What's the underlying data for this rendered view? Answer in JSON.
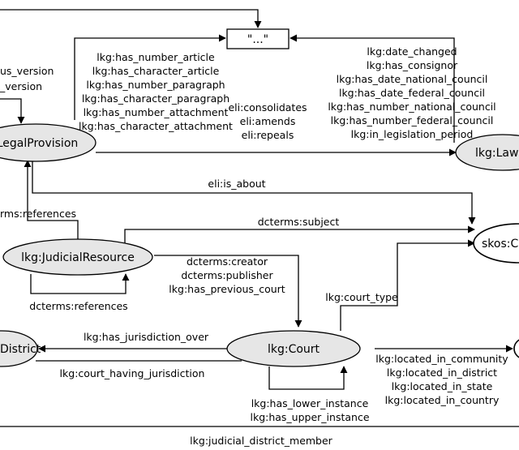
{
  "nodes": {
    "ellipsis": "\"...\"",
    "legal_provision": "LegalProvision",
    "law": "lkg:Law",
    "skos": "skos:C",
    "judicial_resource": "lkg:JudicialResource",
    "court": "lkg:Court",
    "district": "District"
  },
  "labels": {
    "left_versions": [
      "us_version",
      "_version"
    ],
    "provision_props": [
      "lkg:has_number_article",
      "lkg:has_character_article",
      "lkg:has_number_paragraph",
      "lkg:has_character_paragraph",
      "lkg:has_number_attachment",
      "lkg:has_character_attachment"
    ],
    "eli_props": [
      "eli:consolidates",
      "eli:amends",
      "eli:repeals"
    ],
    "law_props": [
      "lkg:date_changed",
      "lkg:has_consignor",
      "lkg:has_date_national_council",
      "lkg:has_date_federal_council",
      "lkg:has_number_national_council",
      "lkg:has_number_federal_council",
      "lkg:in_legislation_period"
    ],
    "is_about": "eli:is_about",
    "references_top": "rms:references",
    "subject": "dcterms:subject",
    "creator_props": [
      "dcterms:creator",
      "dcterms:publisher",
      "lkg:has_previous_court"
    ],
    "references_bottom": "dcterms:references",
    "court_type": "lkg:court_type",
    "jurisdiction_over": "lkg:has_jurisdiction_over",
    "court_having": "lkg:court_having_jurisdiction",
    "located_props": [
      "lkg:located_in_community",
      "lkg:located_in_district",
      "lkg:located_in_state",
      "lkg:located_in_country"
    ],
    "instance_props": [
      "lkg:has_lower_instance",
      "lkg:has_upper_instance"
    ],
    "district_member": "lkg:judicial_district_member"
  }
}
